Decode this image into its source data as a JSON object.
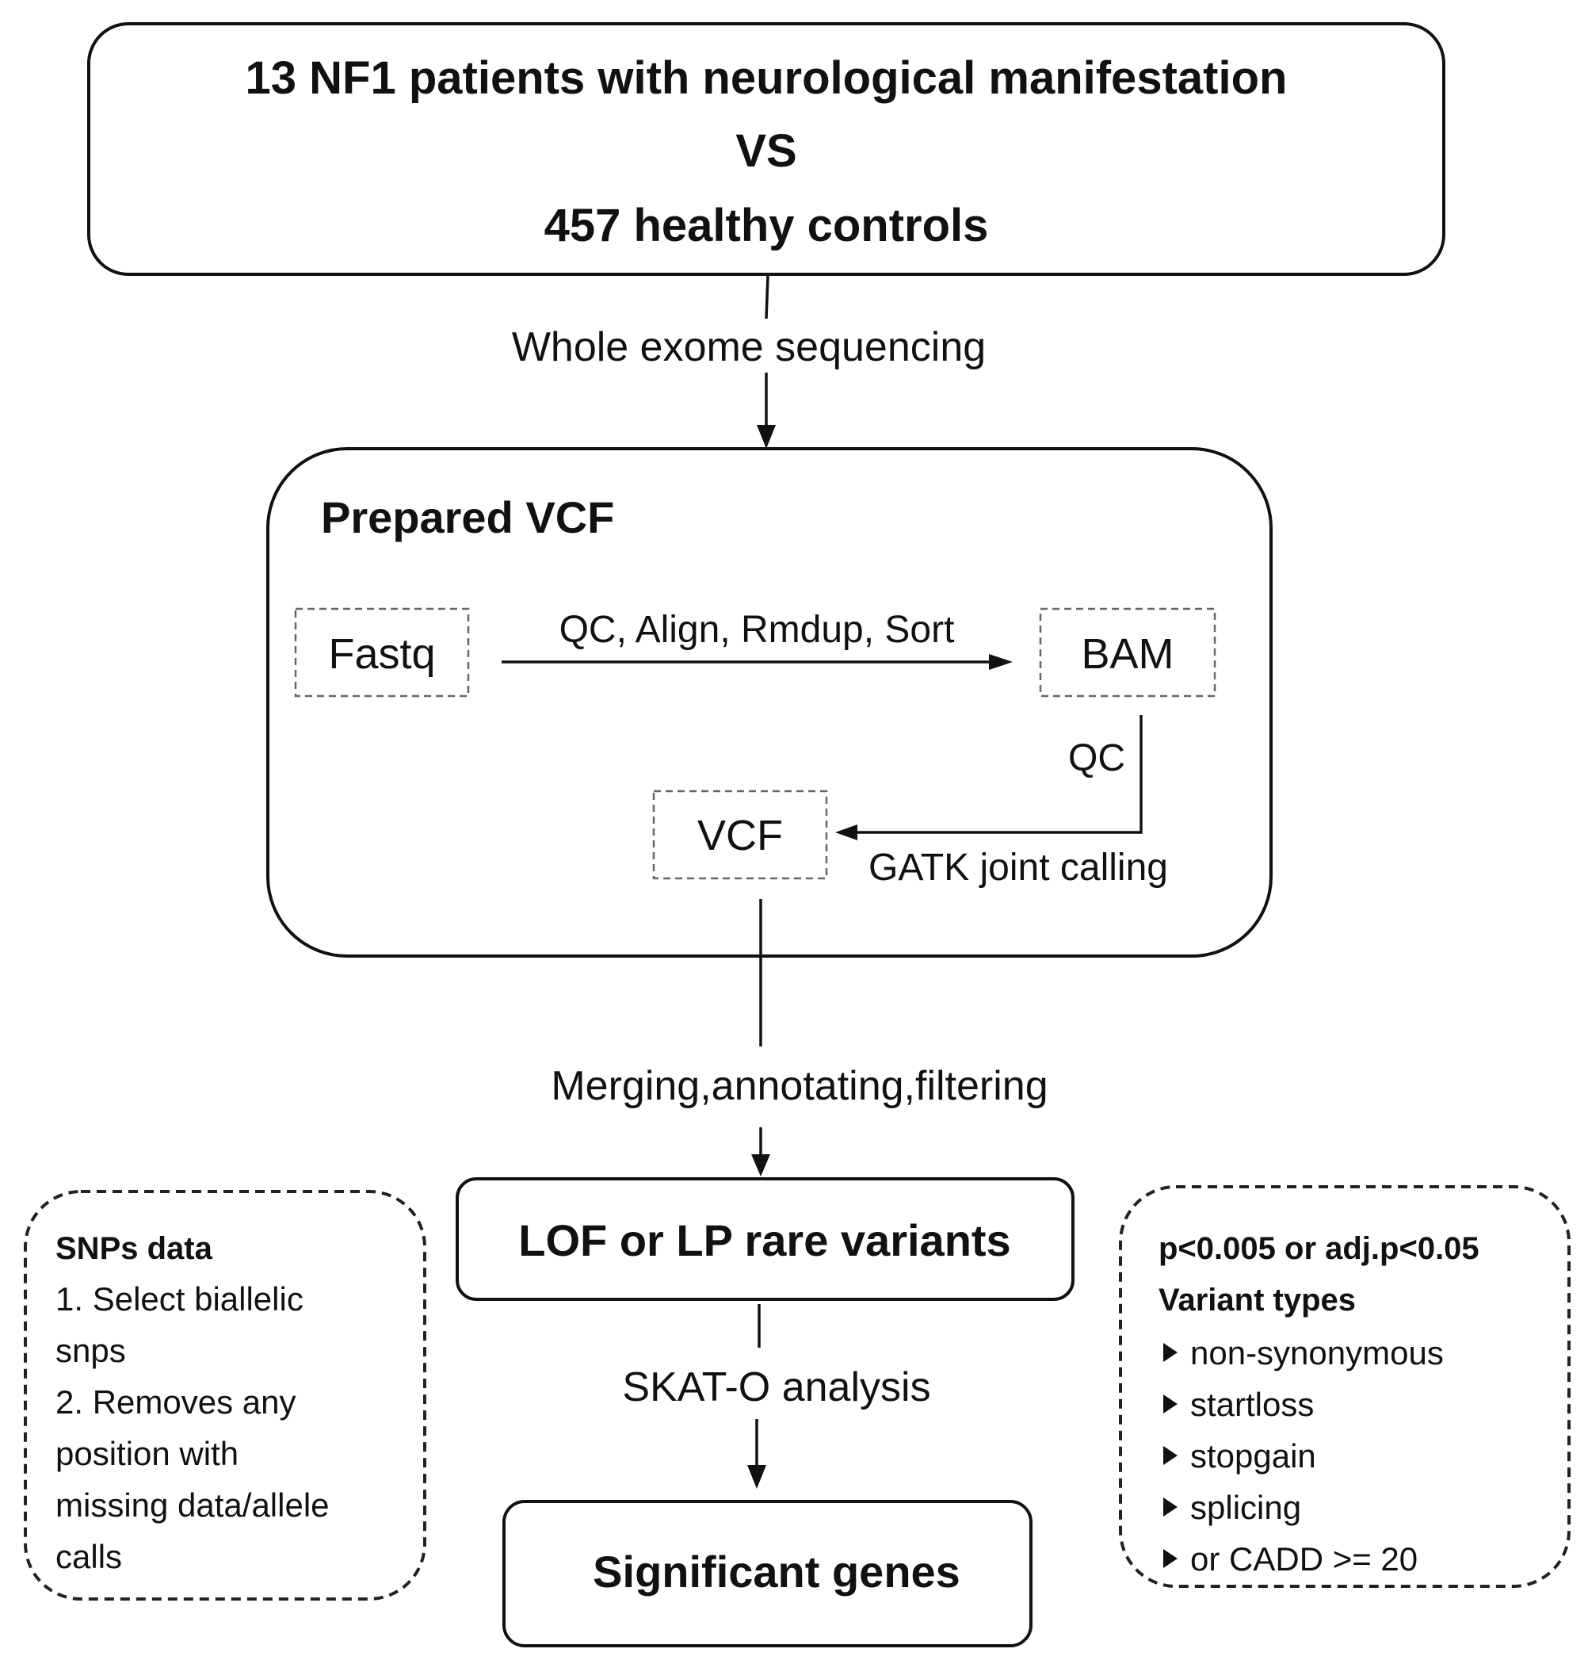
{
  "cohort_box": {
    "line1": "13 NF1 patients with neurological manifestation",
    "line2": "VS",
    "line3": "457 healthy controls"
  },
  "step_labels": {
    "sequencing": "Whole exome sequencing",
    "merging": "Merging,annotating,filtering",
    "skat": "SKAT-O analysis"
  },
  "prepared_vcf": {
    "title": "Prepared VCF",
    "fastq": "Fastq",
    "bam": "BAM",
    "vcf": "VCF",
    "fastq_to_bam": "QC, Align, Rmdup, Sort",
    "bam_qc": "QC",
    "joint_calling": "GATK joint calling"
  },
  "variants_box": {
    "label": "LOF or LP rare variants"
  },
  "result_box": {
    "label": "Significant genes"
  },
  "snps_panel": {
    "title": "SNPs data",
    "lines": [
      "1. Select biallelic",
      "snps",
      "2. Removes any",
      "position with",
      "missing data/allele",
      "calls"
    ]
  },
  "criteria_panel": {
    "threshold": "p<0.005 or adj.p<0.05",
    "title": "Variant types",
    "items": [
      "non-synonymous",
      "startloss",
      "stopgain",
      "splicing",
      "or CADD >= 20"
    ]
  }
}
